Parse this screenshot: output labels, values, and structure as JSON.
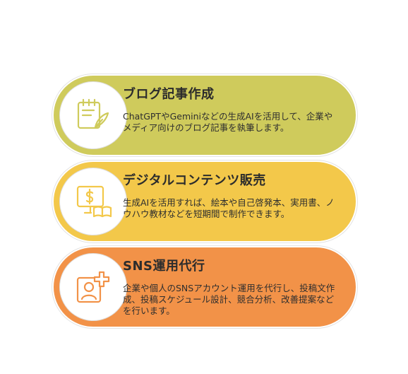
{
  "colors": {
    "card1": "#cfcb5c",
    "card2": "#f3c84a",
    "card3": "#f29248",
    "icon1": "#cfcb5c",
    "icon2": "#f3c84a",
    "icon3": "#f29248"
  },
  "services": [
    {
      "title": "ブログ記事作成",
      "description": "ChatGPTやGeminiなどの生成AIを活用して、企業やメディア向けのブログ記事を執筆します。",
      "icon": "notepad-pen-icon"
    },
    {
      "title": "デジタルコンテンツ販売",
      "description": "生成AIを活用すれば、絵本や自己啓発本、実用書、ノウハウ教材などを短期間で制作できます。",
      "icon": "monitor-book-icon"
    },
    {
      "title": "SNS運用代行",
      "description": "企業や個人のSNSアカウント運用を代行し、投稿文作成、投稿スケジュール設計、競合分析、改善提案などを行います。",
      "icon": "user-add-icon"
    }
  ]
}
